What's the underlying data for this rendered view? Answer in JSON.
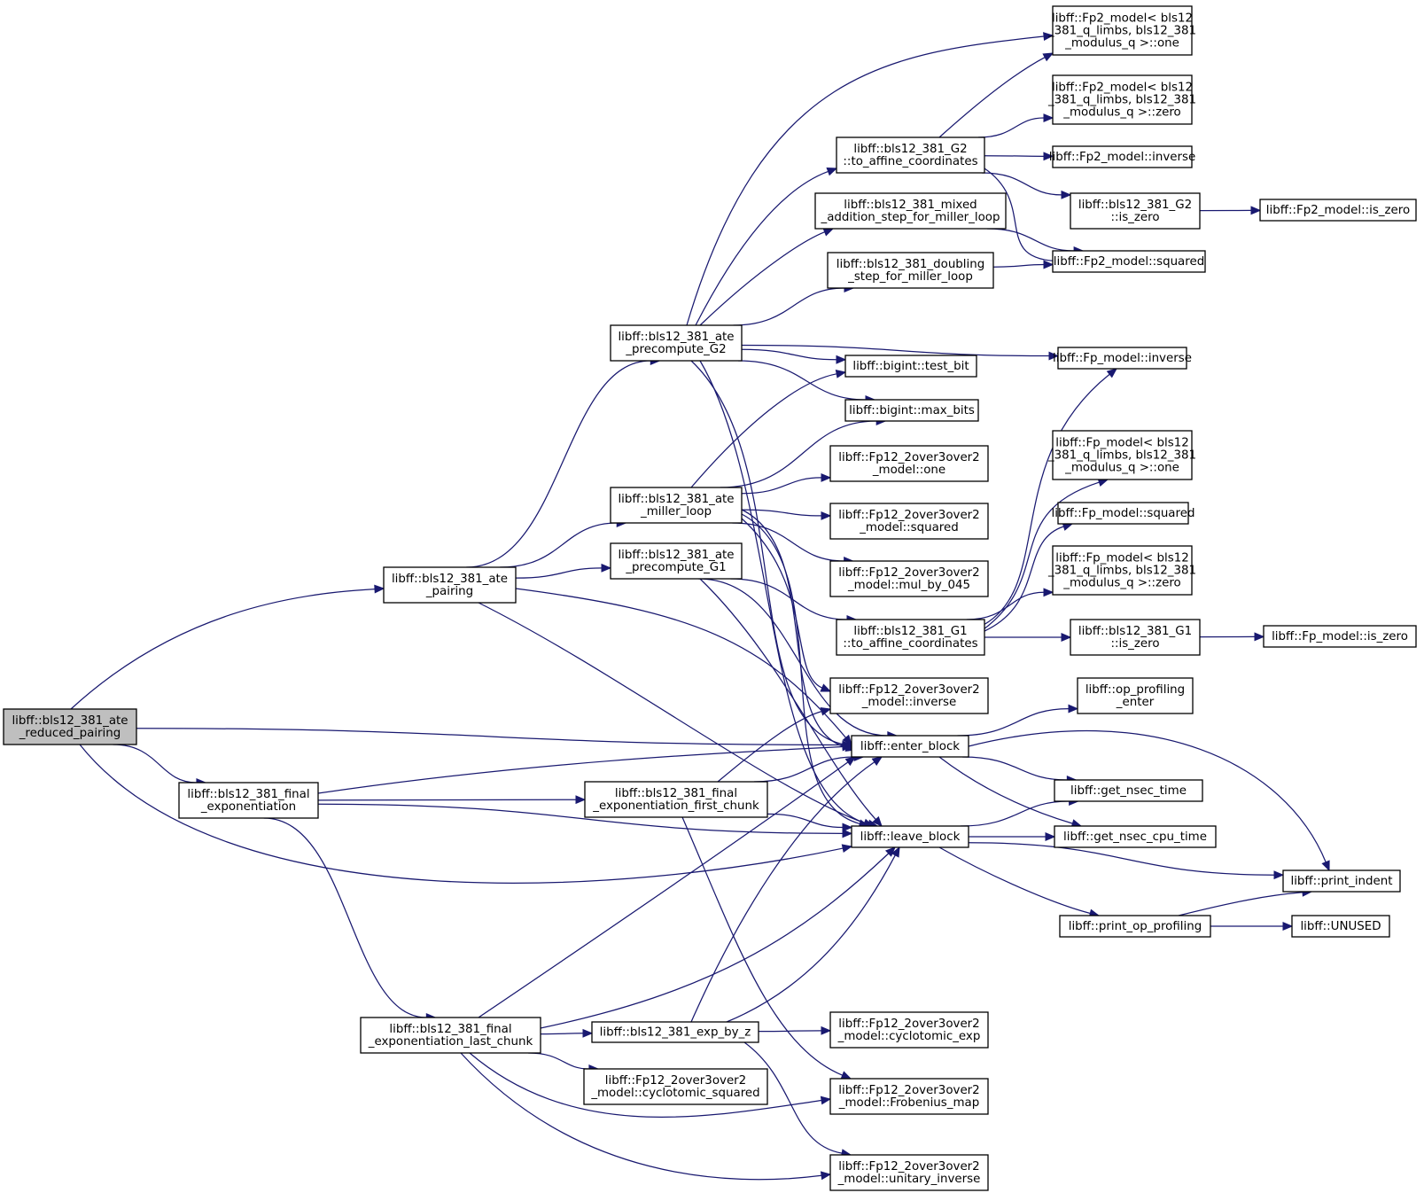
{
  "nodes": [
    {
      "id": "root",
      "lines": [
        "libff::bls12_381_ate",
        "_reduced_pairing"
      ],
      "root": true
    },
    {
      "id": "ate_pairing",
      "lines": [
        "libff::bls12_381_ate",
        "_pairing"
      ]
    },
    {
      "id": "final_exp",
      "lines": [
        "libff::bls12_381_final",
        "_exponentiation"
      ]
    },
    {
      "id": "final_exp_last",
      "lines": [
        "libff::bls12_381_final",
        "_exponentiation_last_chunk"
      ]
    },
    {
      "id": "precompute_G2",
      "lines": [
        "libff::bls12_381_ate",
        "_precompute_G2"
      ]
    },
    {
      "id": "miller_loop",
      "lines": [
        "libff::bls12_381_ate",
        "_miller_loop"
      ]
    },
    {
      "id": "precompute_G1",
      "lines": [
        "libff::bls12_381_ate",
        "_precompute_G1"
      ]
    },
    {
      "id": "final_exp_first",
      "lines": [
        "libff::bls12_381_final",
        "_exponentiation_first_chunk"
      ]
    },
    {
      "id": "exp_by_z",
      "lines": [
        "libff::bls12_381_exp_by_z"
      ]
    },
    {
      "id": "fp12_cyc_sq",
      "lines": [
        "libff::Fp12_2over3over2",
        "_model::cyclotomic_squared"
      ]
    },
    {
      "id": "G2_to_affine",
      "lines": [
        "libff::bls12_381_G2",
        "::to_affine_coordinates"
      ]
    },
    {
      "id": "mixed_add",
      "lines": [
        "libff::bls12_381_mixed",
        "_addition_step_for_miller_loop"
      ]
    },
    {
      "id": "doubling",
      "lines": [
        "libff::bls12_381_doubling",
        "_step_for_miller_loop"
      ]
    },
    {
      "id": "test_bit",
      "lines": [
        "libff::bigint::test_bit"
      ]
    },
    {
      "id": "max_bits",
      "lines": [
        "libff::bigint::max_bits"
      ]
    },
    {
      "id": "fp12_one",
      "lines": [
        "libff::Fp12_2over3over2",
        "_model::one"
      ]
    },
    {
      "id": "fp12_squared",
      "lines": [
        "libff::Fp12_2over3over2",
        "_model::squared"
      ]
    },
    {
      "id": "fp12_mul045",
      "lines": [
        "libff::Fp12_2over3over2",
        "_model::mul_by_045"
      ]
    },
    {
      "id": "G1_to_affine",
      "lines": [
        "libff::bls12_381_G1",
        "::to_affine_coordinates"
      ]
    },
    {
      "id": "fp12_inverse",
      "lines": [
        "libff::Fp12_2over3over2",
        "_model::inverse"
      ]
    },
    {
      "id": "enter_block",
      "lines": [
        "libff::enter_block"
      ]
    },
    {
      "id": "leave_block",
      "lines": [
        "libff::leave_block"
      ]
    },
    {
      "id": "fp12_cyc_exp",
      "lines": [
        "libff::Fp12_2over3over2",
        "_model::cyclotomic_exp"
      ]
    },
    {
      "id": "fp12_frob",
      "lines": [
        "libff::Fp12_2over3over2",
        "_model::Frobenius_map"
      ]
    },
    {
      "id": "fp12_unitary",
      "lines": [
        "libff::Fp12_2over3over2",
        "_model::unitary_inverse"
      ]
    },
    {
      "id": "fp2_one",
      "lines": [
        "libff::Fp2_model< bls12",
        "_381_q_limbs, bls12_381",
        "_modulus_q >::one"
      ]
    },
    {
      "id": "fp2_zero",
      "lines": [
        "libff::Fp2_model< bls12",
        "_381_q_limbs, bls12_381",
        "_modulus_q >::zero"
      ]
    },
    {
      "id": "fp2_inverse",
      "lines": [
        "libff::Fp2_model::inverse"
      ]
    },
    {
      "id": "G2_is_zero",
      "lines": [
        "libff::bls12_381_G2",
        "::is_zero"
      ]
    },
    {
      "id": "fp2_squared",
      "lines": [
        "libff::Fp2_model::squared"
      ]
    },
    {
      "id": "fp_inverse",
      "lines": [
        "libff::Fp_model::inverse"
      ]
    },
    {
      "id": "fp_one",
      "lines": [
        "libff::Fp_model< bls12",
        "_381_q_limbs, bls12_381",
        "_modulus_q >::one"
      ]
    },
    {
      "id": "fp_squared",
      "lines": [
        "libff::Fp_model::squared"
      ]
    },
    {
      "id": "fp_zero",
      "lines": [
        "libff::Fp_model< bls12",
        "_381_q_limbs, bls12_381",
        "_modulus_q >::zero"
      ]
    },
    {
      "id": "G1_is_zero",
      "lines": [
        "libff::bls12_381_G1",
        "::is_zero"
      ]
    },
    {
      "id": "op_prof_enter",
      "lines": [
        "libff::op_profiling",
        "_enter"
      ]
    },
    {
      "id": "get_nsec_time",
      "lines": [
        "libff::get_nsec_time"
      ]
    },
    {
      "id": "get_nsec_cpu",
      "lines": [
        "libff::get_nsec_cpu_time"
      ]
    },
    {
      "id": "print_op_prof",
      "lines": [
        "libff::print_op_profiling"
      ]
    },
    {
      "id": "fp2_is_zero",
      "lines": [
        "libff::Fp2_model::is_zero"
      ]
    },
    {
      "id": "fp_is_zero",
      "lines": [
        "libff::Fp_model::is_zero"
      ]
    },
    {
      "id": "print_indent",
      "lines": [
        "libff::print_indent"
      ]
    },
    {
      "id": "unused",
      "lines": [
        "libff::UNUSED"
      ]
    }
  ],
  "edges": [
    [
      "root",
      "ate_pairing"
    ],
    [
      "root",
      "final_exp"
    ],
    [
      "root",
      "enter_block"
    ],
    [
      "root",
      "leave_block"
    ],
    [
      "ate_pairing",
      "precompute_G2"
    ],
    [
      "ate_pairing",
      "miller_loop"
    ],
    [
      "ate_pairing",
      "precompute_G1"
    ],
    [
      "ate_pairing",
      "enter_block"
    ],
    [
      "ate_pairing",
      "leave_block"
    ],
    [
      "final_exp",
      "final_exp_first"
    ],
    [
      "final_exp",
      "final_exp_last"
    ],
    [
      "final_exp",
      "enter_block"
    ],
    [
      "final_exp",
      "leave_block"
    ],
    [
      "final_exp_last",
      "exp_by_z"
    ],
    [
      "final_exp_last",
      "fp12_cyc_sq"
    ],
    [
      "final_exp_last",
      "enter_block"
    ],
    [
      "final_exp_last",
      "leave_block"
    ],
    [
      "final_exp_last",
      "fp12_frob"
    ],
    [
      "final_exp_last",
      "fp12_unitary"
    ],
    [
      "precompute_G2",
      "fp2_one"
    ],
    [
      "precompute_G2",
      "G2_to_affine"
    ],
    [
      "precompute_G2",
      "mixed_add"
    ],
    [
      "precompute_G2",
      "doubling"
    ],
    [
      "precompute_G2",
      "fp_inverse"
    ],
    [
      "precompute_G2",
      "test_bit"
    ],
    [
      "precompute_G2",
      "max_bits"
    ],
    [
      "precompute_G2",
      "enter_block"
    ],
    [
      "precompute_G2",
      "leave_block"
    ],
    [
      "miller_loop",
      "test_bit"
    ],
    [
      "miller_loop",
      "max_bits"
    ],
    [
      "miller_loop",
      "fp12_one"
    ],
    [
      "miller_loop",
      "fp12_squared"
    ],
    [
      "miller_loop",
      "fp12_mul045"
    ],
    [
      "miller_loop",
      "fp12_inverse"
    ],
    [
      "miller_loop",
      "enter_block"
    ],
    [
      "miller_loop",
      "leave_block"
    ],
    [
      "precompute_G1",
      "G1_to_affine"
    ],
    [
      "precompute_G1",
      "enter_block"
    ],
    [
      "precompute_G1",
      "leave_block"
    ],
    [
      "final_exp_first",
      "fp12_inverse"
    ],
    [
      "final_exp_first",
      "enter_block"
    ],
    [
      "final_exp_first",
      "leave_block"
    ],
    [
      "final_exp_first",
      "fp12_frob"
    ],
    [
      "exp_by_z",
      "enter_block"
    ],
    [
      "exp_by_z",
      "leave_block"
    ],
    [
      "exp_by_z",
      "fp12_cyc_exp"
    ],
    [
      "exp_by_z",
      "fp12_unitary"
    ],
    [
      "G2_to_affine",
      "fp2_one"
    ],
    [
      "G2_to_affine",
      "fp2_zero"
    ],
    [
      "G2_to_affine",
      "fp2_inverse"
    ],
    [
      "G2_to_affine",
      "G2_is_zero"
    ],
    [
      "G2_to_affine",
      "fp2_squared"
    ],
    [
      "mixed_add",
      "fp2_squared"
    ],
    [
      "doubling",
      "fp2_squared"
    ],
    [
      "G2_is_zero",
      "fp2_is_zero"
    ],
    [
      "G1_to_affine",
      "fp_inverse"
    ],
    [
      "G1_to_affine",
      "fp_one"
    ],
    [
      "G1_to_affine",
      "fp_squared"
    ],
    [
      "G1_to_affine",
      "fp_zero"
    ],
    [
      "G1_to_affine",
      "G1_is_zero"
    ],
    [
      "G1_is_zero",
      "fp_is_zero"
    ],
    [
      "enter_block",
      "op_prof_enter"
    ],
    [
      "enter_block",
      "get_nsec_time"
    ],
    [
      "enter_block",
      "get_nsec_cpu"
    ],
    [
      "enter_block",
      "print_indent"
    ],
    [
      "leave_block",
      "get_nsec_time"
    ],
    [
      "leave_block",
      "get_nsec_cpu"
    ],
    [
      "leave_block",
      "print_indent"
    ],
    [
      "leave_block",
      "print_op_prof"
    ],
    [
      "print_op_prof",
      "print_indent"
    ],
    [
      "print_op_prof",
      "unused"
    ]
  ],
  "colors": {
    "edge": "#191970",
    "root_fill": "#bfbfbf",
    "node_fill": "#ffffff",
    "border": "#000000"
  }
}
